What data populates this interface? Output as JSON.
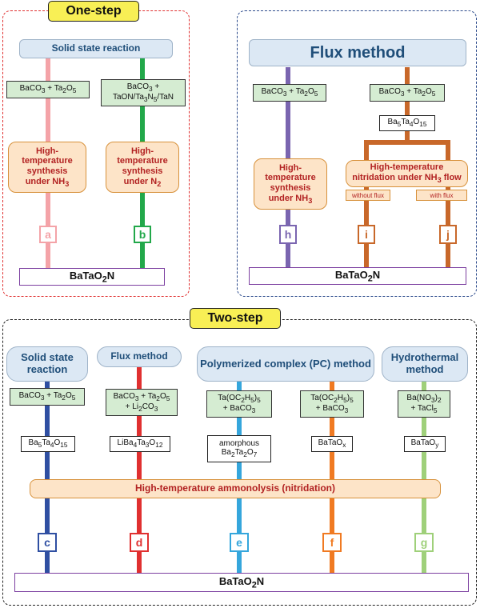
{
  "one_step": {
    "tag": "One-step",
    "solid_state": {
      "header": "Solid state reaction",
      "precursor_a": "BaCO3 + Ta2O5",
      "precursor_b": "BaCO3 + TaON/Ta3N5/TaN",
      "process_a": "High-temperature synthesis under NH3",
      "process_b": "High-temperature synthesis under N2",
      "route_a": "a",
      "route_b": "b",
      "product": "BaTaO2N"
    },
    "flux": {
      "header": "Flux method",
      "precursor_h": "BaCO3 + Ta2O5",
      "precursor_ij": "BaCO3 + Ta2O5",
      "intermediate": "Ba5Ta4O15",
      "process_h": "High-temperature synthesis under NH3",
      "process_ij": "High-temperature nitridation under NH3 flow",
      "without_flux": "without flux",
      "with_flux": "with flux",
      "route_h": "h",
      "route_i": "i",
      "route_j": "j",
      "product": "BaTaO2N"
    }
  },
  "two_step": {
    "tag": "Two-step",
    "headers": {
      "solid_state": "Solid state reaction",
      "flux": "Flux method",
      "pc": "Polymerized complex (PC) method",
      "hydrothermal": "Hydrothermal method"
    },
    "precursors": {
      "c": "BaCO3 + Ta2O5",
      "d": "BaCO3 + Ta2O5 + Li2CO3",
      "e": "Ta(OC2H5)5 + BaCO3",
      "f": "Ta(OC2H5)5 + BaCO3",
      "g": "Ba(NO3)2 + TaCl5"
    },
    "intermediates": {
      "c": "Ba5Ta4O15",
      "d": "LiBa4Ta3O12",
      "e": "amorphous Ba2Ta2O7",
      "f": "BaTaOx",
      "g": "BaTaOy"
    },
    "process": "High-temperature ammonolysis (nitridation)",
    "routes": {
      "c": "c",
      "d": "d",
      "e": "e",
      "f": "f",
      "g": "g"
    },
    "product": "BaTaO2N"
  },
  "colors": {
    "one_step_border": "#e03030",
    "flux_border": "#2b4a8b",
    "two_step_border": "#222222",
    "route_a": "#f4a3a8",
    "route_b": "#22a84a",
    "route_h": "#7a65b0",
    "route_ij": "#c8682a",
    "route_c": "#2f4fa2",
    "route_d": "#e03030",
    "route_e": "#35a6dc",
    "route_f": "#f07a22",
    "route_g": "#9fd07a",
    "product_border": "#7b3fa0"
  }
}
